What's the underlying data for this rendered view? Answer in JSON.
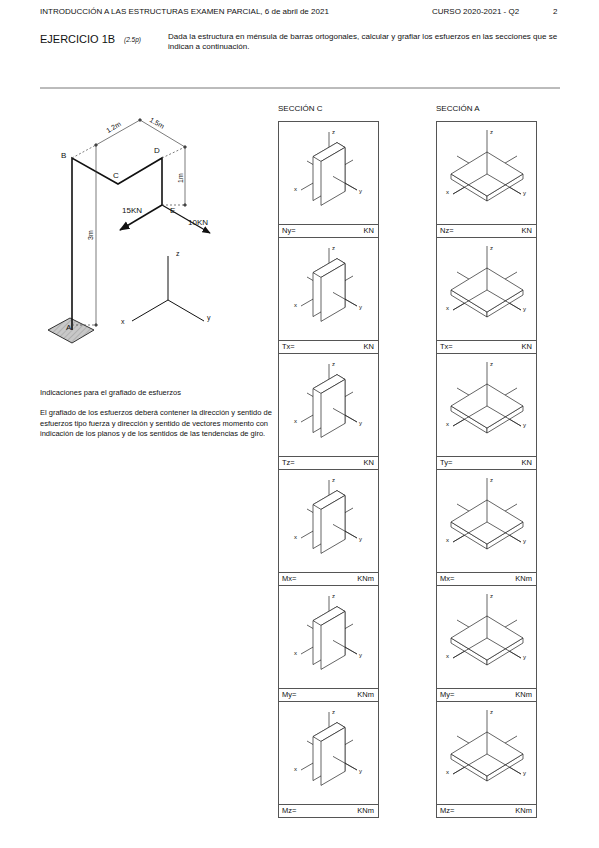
{
  "diagram": {
    "title": "INTRODUCCIÓN A LAS ESTRUCTURAS EXAMEN PARCIAL, 6 de abril de 2021",
    "nodes": [
      {
        "text": [
          "z",
          "x",
          "y",
          "Ny=",
          "KN"
        ]
      },
      {
        "text": [
          "z",
          "x",
          "y",
          "Tx=",
          "KN"
        ]
      },
      {
        "text": [
          "z",
          "x",
          "y",
          "Tz=",
          "KN"
        ]
      },
      {
        "text": [
          "z",
          "x",
          "y",
          "Mx=",
          "KNm"
        ]
      },
      {
        "text": [
          "z",
          "x",
          "y",
          "My=",
          "KNm"
        ]
      },
      {
        "text": [
          "z",
          "x",
          "y",
          "Mz=",
          "KNm"
        ]
      },
      {
        "text": [
          "z",
          "x",
          "y",
          "Nz=",
          "KN"
        ]
      },
      {
        "text": [
          "z",
          "x",
          "y",
          "Tx=",
          "KN"
        ]
      },
      {
        "text": [
          "z",
          "x",
          "y",
          "Ty=",
          "KN"
        ]
      },
      {
        "text": [
          "z",
          "x",
          "y",
          "Mx=",
          "KNm"
        ]
      },
      {
        "text": [
          "z",
          "x",
          "y",
          "My=",
          "KNm"
        ]
      },
      {
        "text": [
          "z",
          "x",
          "y",
          "Mz=",
          "KNm"
        ]
      }
    ],
    "labels": [
      "CURSO 2020-2021 - Q2",
      "2",
      "EJERCICIO 1B",
      "(2.5p)",
      "Dada la estructura en ménsula de barras ortogonales, calcular y grafiar los esfuerzos en las secciones que se indican a continuación.",
      "SECCIÓN C",
      "SECCIÓN A",
      "1.2m",
      "1.5m",
      "B",
      "C",
      "D",
      "1m",
      "15KN",
      "E",
      "10KN",
      "3m",
      "A",
      "z",
      "x",
      "y",
      "Indicaciones para el grafiado de esfuerzos",
      "El grafiado de los esfuerzos deberá contener la dirección y sentido de esfuerzos tipo fuerza y dirección y sentido de vectores momento con indicación de los planos y de los sentidos de las tendencias de giro."
    ]
  }
}
